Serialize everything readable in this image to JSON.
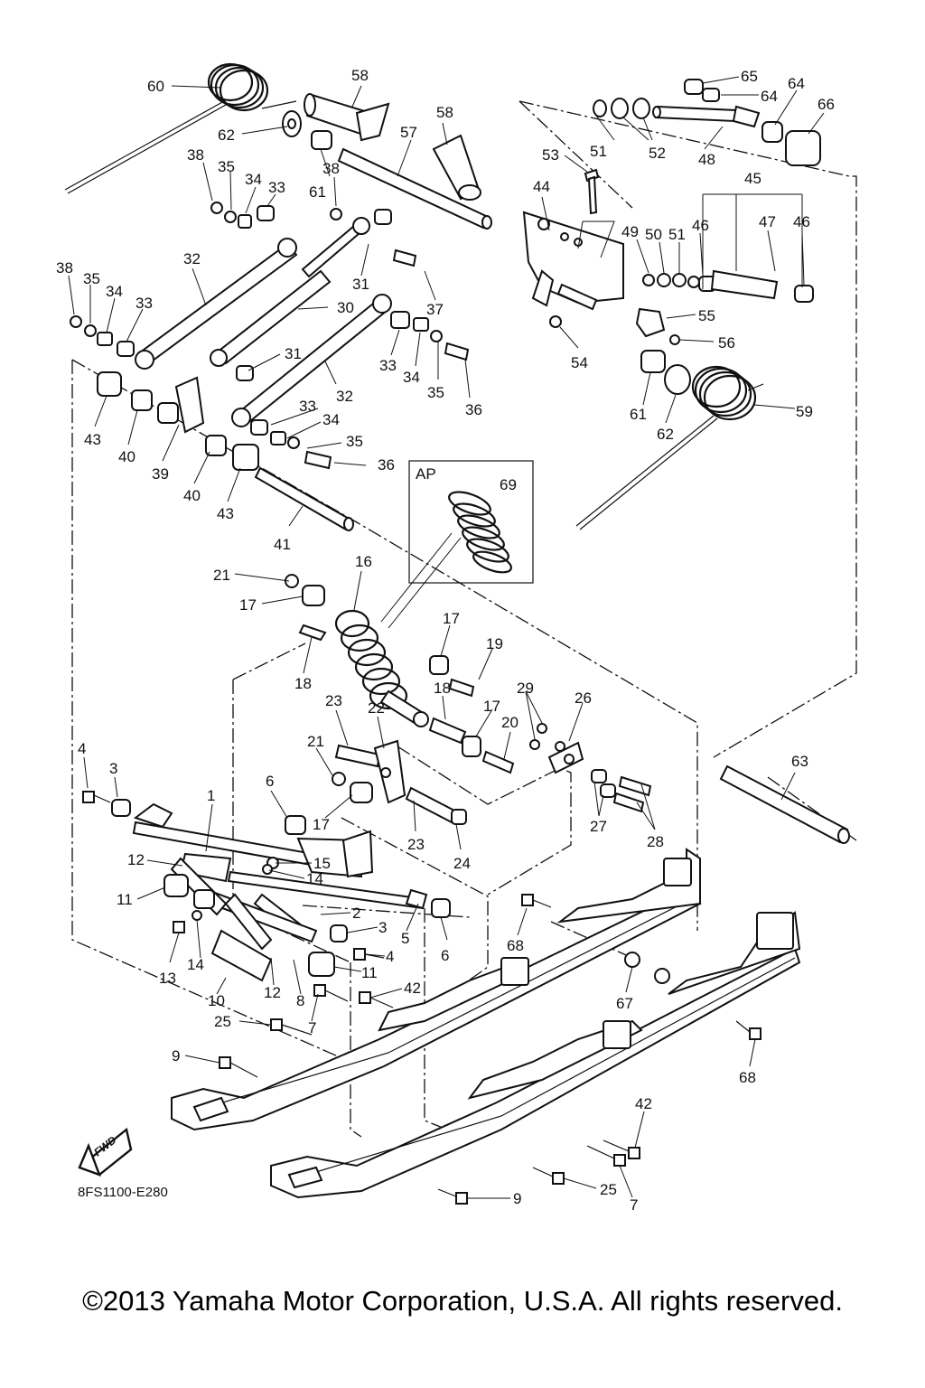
{
  "diagram": {
    "code": "8FS1100-E280",
    "fwd_label": "FWD",
    "inset_label": "AP",
    "copyright": "©2013 Yamaha Motor Corporation, U.S.A. All rights reserved."
  },
  "callouts": [
    {
      "id": "c60",
      "text": "60"
    },
    {
      "id": "c58a",
      "text": "58"
    },
    {
      "id": "c58b",
      "text": "58"
    },
    {
      "id": "c57",
      "text": "57"
    },
    {
      "id": "c62a",
      "text": "62"
    },
    {
      "id": "c38a",
      "text": "38"
    },
    {
      "id": "c35a",
      "text": "35"
    },
    {
      "id": "c34a",
      "text": "34"
    },
    {
      "id": "c33a",
      "text": "33"
    },
    {
      "id": "c61a",
      "text": "61"
    },
    {
      "id": "c38b",
      "text": "38"
    },
    {
      "id": "c38c",
      "text": "38"
    },
    {
      "id": "c35b",
      "text": "35"
    },
    {
      "id": "c34b",
      "text": "34"
    },
    {
      "id": "c33b",
      "text": "33"
    },
    {
      "id": "c32a",
      "text": "32"
    },
    {
      "id": "c31a",
      "text": "31"
    },
    {
      "id": "c37",
      "text": "37"
    },
    {
      "id": "c30",
      "text": "30"
    },
    {
      "id": "c31b",
      "text": "31"
    },
    {
      "id": "c33c",
      "text": "33"
    },
    {
      "id": "c34c",
      "text": "34"
    },
    {
      "id": "c35c",
      "text": "35"
    },
    {
      "id": "c36a",
      "text": "36"
    },
    {
      "id": "c32b",
      "text": "32"
    },
    {
      "id": "c43a",
      "text": "43"
    },
    {
      "id": "c40a",
      "text": "40"
    },
    {
      "id": "c39",
      "text": "39"
    },
    {
      "id": "c40b",
      "text": "40"
    },
    {
      "id": "c43b",
      "text": "43"
    },
    {
      "id": "c33d",
      "text": "33"
    },
    {
      "id": "c34d",
      "text": "34"
    },
    {
      "id": "c35d",
      "text": "35"
    },
    {
      "id": "c36b",
      "text": "36"
    },
    {
      "id": "c41",
      "text": "41"
    },
    {
      "id": "c65",
      "text": "65"
    },
    {
      "id": "c64a",
      "text": "64"
    },
    {
      "id": "c64b",
      "text": "64"
    },
    {
      "id": "c66",
      "text": "66"
    },
    {
      "id": "c51a",
      "text": "51"
    },
    {
      "id": "c52",
      "text": "52"
    },
    {
      "id": "c48",
      "text": "48"
    },
    {
      "id": "c53",
      "text": "53"
    },
    {
      "id": "c44",
      "text": "44"
    },
    {
      "id": "c45",
      "text": "45"
    },
    {
      "id": "c49",
      "text": "49"
    },
    {
      "id": "c50",
      "text": "50"
    },
    {
      "id": "c51b",
      "text": "51"
    },
    {
      "id": "c46a",
      "text": "46"
    },
    {
      "id": "c47",
      "text": "47"
    },
    {
      "id": "c46b",
      "text": "46"
    },
    {
      "id": "c55",
      "text": "55"
    },
    {
      "id": "c56",
      "text": "56"
    },
    {
      "id": "c54",
      "text": "54"
    },
    {
      "id": "c61b",
      "text": "61"
    },
    {
      "id": "c62b",
      "text": "62"
    },
    {
      "id": "c59",
      "text": "59"
    },
    {
      "id": "c69",
      "text": "69"
    },
    {
      "id": "c21a",
      "text": "21"
    },
    {
      "id": "c16",
      "text": "16"
    },
    {
      "id": "c17a",
      "text": "17"
    },
    {
      "id": "c17b",
      "text": "17"
    },
    {
      "id": "c19",
      "text": "19"
    },
    {
      "id": "c18a",
      "text": "18"
    },
    {
      "id": "c23a",
      "text": "23"
    },
    {
      "id": "c22",
      "text": "22"
    },
    {
      "id": "c18b",
      "text": "18"
    },
    {
      "id": "c17c",
      "text": "17"
    },
    {
      "id": "c29",
      "text": "29"
    },
    {
      "id": "c26",
      "text": "26"
    },
    {
      "id": "c20",
      "text": "20"
    },
    {
      "id": "c21b",
      "text": "21"
    },
    {
      "id": "c4a",
      "text": "4"
    },
    {
      "id": "c3a",
      "text": "3"
    },
    {
      "id": "c1",
      "text": "1"
    },
    {
      "id": "c6a",
      "text": "6"
    },
    {
      "id": "c17d",
      "text": "17"
    },
    {
      "id": "c23b",
      "text": "23"
    },
    {
      "id": "c24",
      "text": "24"
    },
    {
      "id": "c27",
      "text": "27"
    },
    {
      "id": "c28",
      "text": "28"
    },
    {
      "id": "c63",
      "text": "63"
    },
    {
      "id": "c12a",
      "text": "12"
    },
    {
      "id": "c15",
      "text": "15"
    },
    {
      "id": "c14a",
      "text": "14"
    },
    {
      "id": "c11a",
      "text": "11"
    },
    {
      "id": "c2",
      "text": "2"
    },
    {
      "id": "c3b",
      "text": "3"
    },
    {
      "id": "c5",
      "text": "5"
    },
    {
      "id": "c6b",
      "text": "6"
    },
    {
      "id": "c68a",
      "text": "68"
    },
    {
      "id": "c13",
      "text": "13"
    },
    {
      "id": "c14b",
      "text": "14"
    },
    {
      "id": "c4b",
      "text": "4"
    },
    {
      "id": "c10",
      "text": "10"
    },
    {
      "id": "c12b",
      "text": "12"
    },
    {
      "id": "c8",
      "text": "8"
    },
    {
      "id": "c11b",
      "text": "11"
    },
    {
      "id": "c42a",
      "text": "42"
    },
    {
      "id": "c67",
      "text": "67"
    },
    {
      "id": "c25a",
      "text": "25"
    },
    {
      "id": "c7a",
      "text": "7"
    },
    {
      "id": "c9a",
      "text": "9"
    },
    {
      "id": "c68b",
      "text": "68"
    },
    {
      "id": "c42b",
      "text": "42"
    },
    {
      "id": "c25b",
      "text": "25"
    },
    {
      "id": "c7b",
      "text": "7"
    },
    {
      "id": "c9b",
      "text": "9"
    }
  ]
}
